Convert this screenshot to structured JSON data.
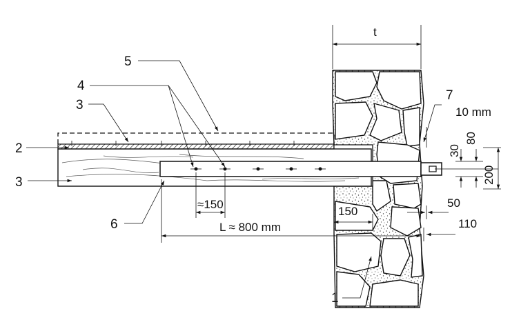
{
  "labels": {
    "l1": "1",
    "l2": "2",
    "l3a": "3",
    "l3b": "3",
    "l4": "4",
    "l5": "5",
    "l6": "6",
    "l7": "7"
  },
  "dimensions": {
    "t": "t",
    "gap": "10 mm",
    "d30": "30",
    "d80": "80",
    "d200": "200",
    "d50": "50",
    "d110": "110",
    "d150": "150",
    "spacing": "≈150",
    "length": "L ≈ 800 mm"
  }
}
